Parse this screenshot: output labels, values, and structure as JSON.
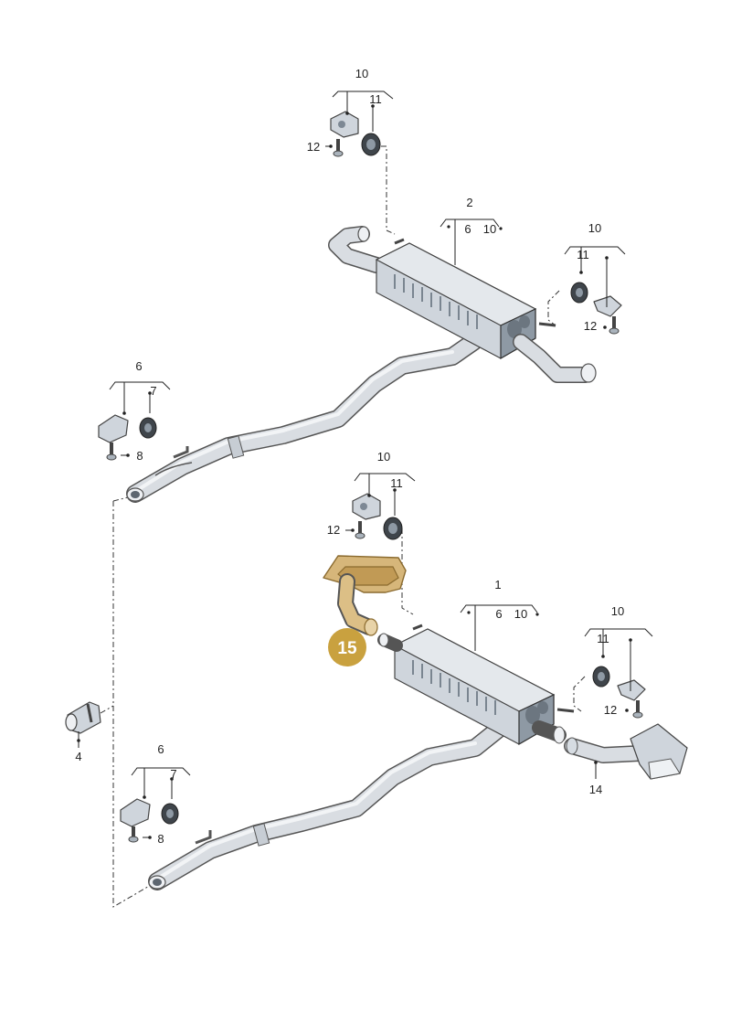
{
  "colors": {
    "highlight_part": "#d6b67a",
    "highlight_badge": "#c9a13f",
    "badge_text": "#ffffff",
    "metal": "#cfd5dc",
    "rubber": "#3f454b"
  },
  "labels": {
    "rear_hangers_top": {
      "group": "10",
      "item": "11",
      "screw": "12"
    },
    "rear_silencer_top": {
      "main": "2",
      "sub_a": "6",
      "sub_b": "10"
    },
    "right_hangers_top": {
      "group": "10",
      "item": "11",
      "screw": "12"
    },
    "front_hangers_top": {
      "group": "6",
      "item": "7",
      "screw": "8"
    },
    "rear_hangers_bottom": {
      "group": "10",
      "item": "11",
      "screw": "12"
    },
    "rear_silencer_bottom": {
      "main": "1",
      "sub_a": "6",
      "sub_b": "10"
    },
    "right_hangers_bottom": {
      "group": "10",
      "item": "11",
      "screw": "12"
    },
    "clamp": "4",
    "tailpipe_right": "14",
    "front_hangers_bottom": {
      "group": "6",
      "item": "7",
      "screw": "8"
    }
  },
  "highlight_badge": "15"
}
